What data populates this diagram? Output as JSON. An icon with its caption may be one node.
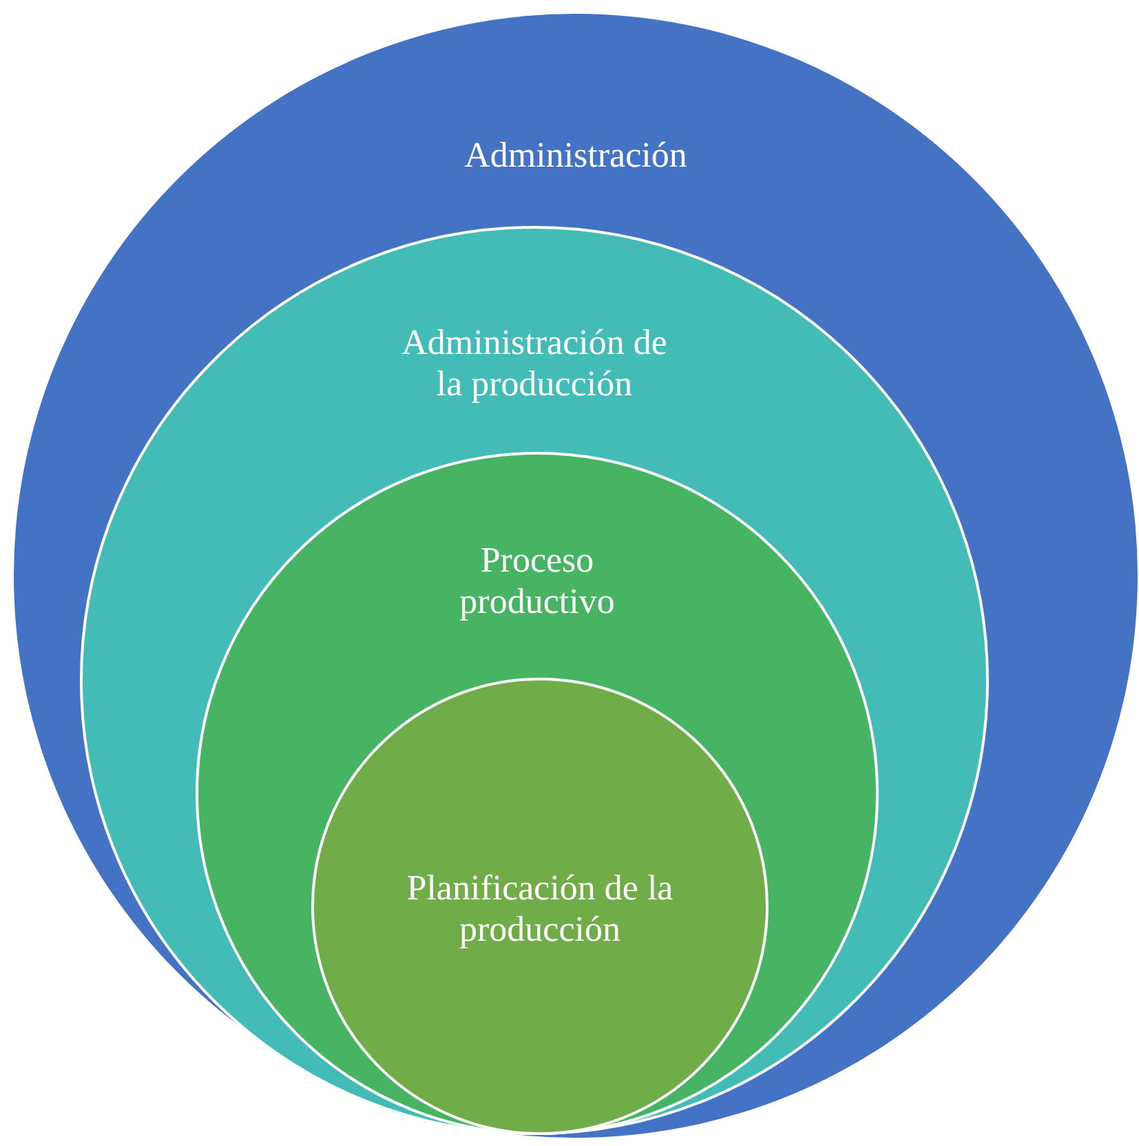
{
  "diagram": {
    "nodes": [
      {
        "text": [
          "Administración"
        ]
      },
      {
        "text": [
          "Administración de la producción"
        ],
        "in": 0
      },
      {
        "text": [
          "Proceso productivo"
        ],
        "in": 1
      },
      {
        "text": [
          "Planificación de la producción"
        ],
        "in": 2
      }
    ]
  }
}
